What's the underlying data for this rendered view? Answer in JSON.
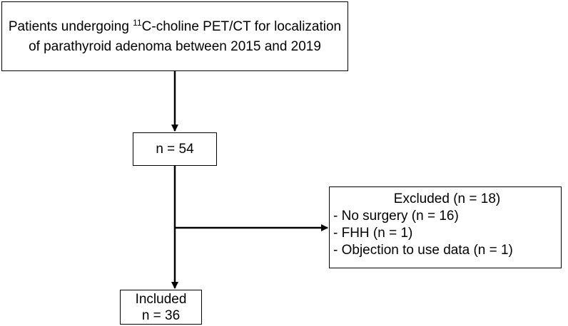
{
  "top_box": {
    "line1_prefix": "Patients undergoing ",
    "line1_sup": "11",
    "line1_suffix": "C-choline PET/CT for localization",
    "line2": "of parathyroid adenoma between 2015 and 2019"
  },
  "count_box": {
    "text": "n = 54"
  },
  "excluded_box": {
    "title": "Excluded (n = 18)",
    "items": [
      "- No surgery (n = 16)",
      "- FHH (n = 1)",
      "- Objection to use data (n = 1)"
    ]
  },
  "included_box": {
    "line1": "Included",
    "line2": "n = 36"
  }
}
